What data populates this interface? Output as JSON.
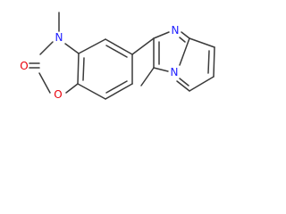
{
  "molecule": {
    "atoms": {
      "carbonyl_oxygen": "O",
      "ring_oxygen": "O",
      "oxazolone_nitrogen": "N",
      "imidazole_nitrogen": "N",
      "bridgehead_nitrogen": "N"
    },
    "colors": {
      "bond": "#3a3a3a",
      "oxygen": "#e8000b",
      "nitrogen": "#2020ff"
    }
  }
}
